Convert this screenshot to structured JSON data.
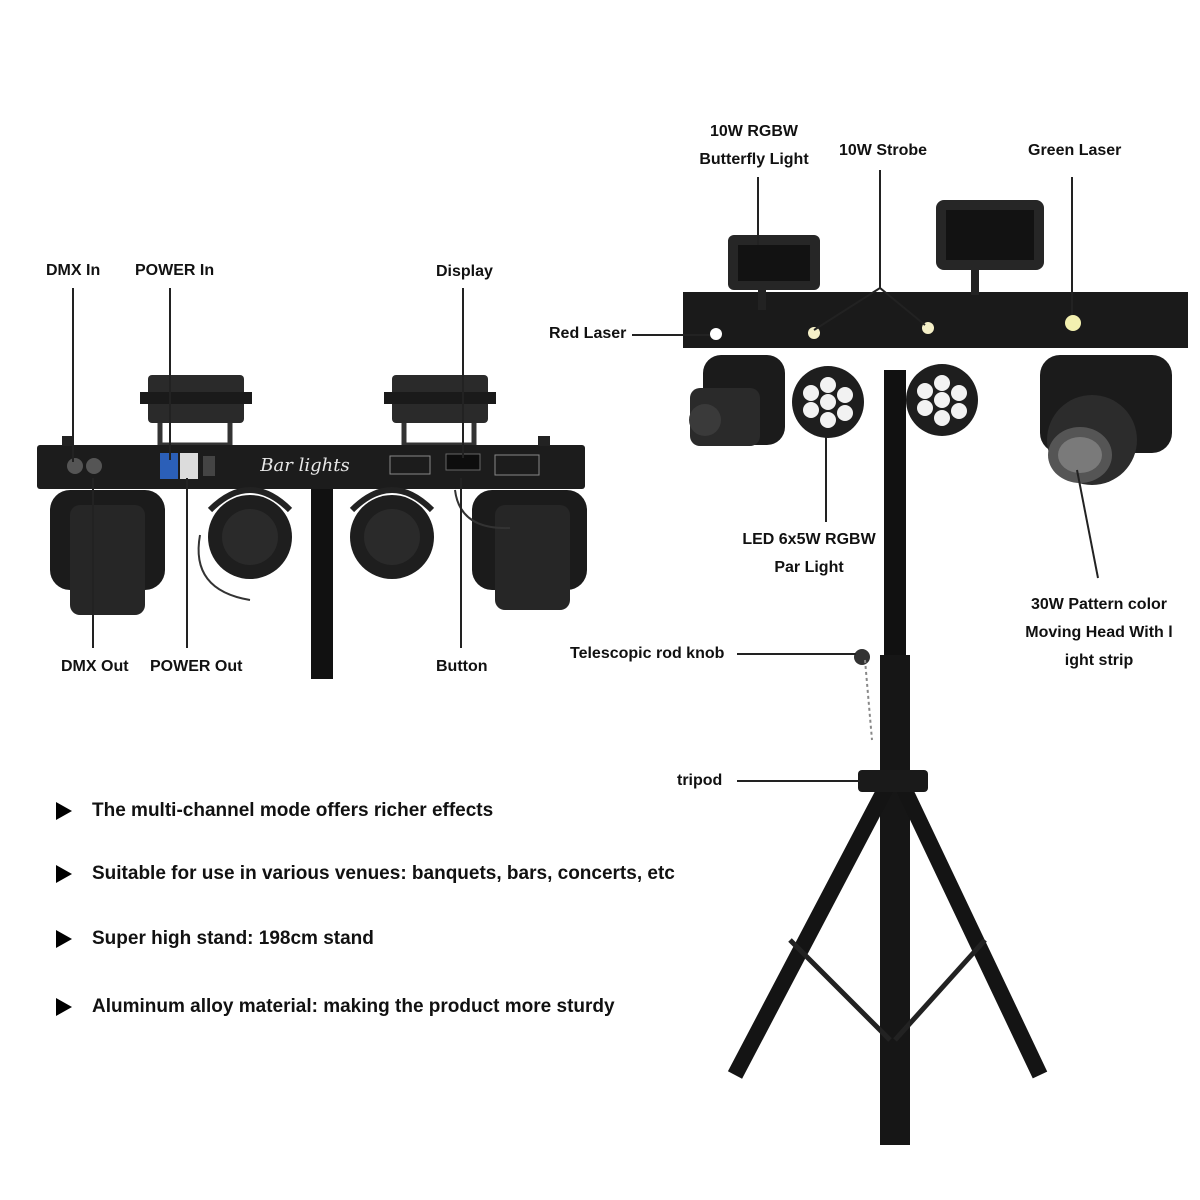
{
  "left_panel": {
    "brand_text": "Bar lights",
    "labels": {
      "dmx_in": "DMX In",
      "power_in": "POWER In",
      "display": "Display",
      "dmx_out": "DMX Out",
      "power_out": "POWER Out",
      "button": "Button"
    }
  },
  "right_panel": {
    "labels": {
      "butterfly_light": [
        "10W RGBW",
        "Butterfly Light"
      ],
      "strobe": "10W Strobe",
      "green_laser": "Green Laser",
      "red_laser": "Red Laser",
      "par_light": [
        "LED 6x5W RGBW",
        "Par Light"
      ],
      "moving_head": [
        "30W Pattern color",
        "Moving Head With l",
        "ight strip"
      ],
      "telescopic_knob": "Telescopic rod knob",
      "tripod": "tripod"
    }
  },
  "features": [
    "The multi-channel mode offers richer effects",
    "Suitable for use in various venues: banquets, bars, concerts, etc",
    "Super high stand: 198cm stand",
    "Aluminum alloy material: making the product more sturdy"
  ],
  "colors": {
    "fixture": "#1a1a1a",
    "red_laser": "#ffffff",
    "green_laser": "#f3f0b0",
    "strobe": "#f5f0c8"
  }
}
